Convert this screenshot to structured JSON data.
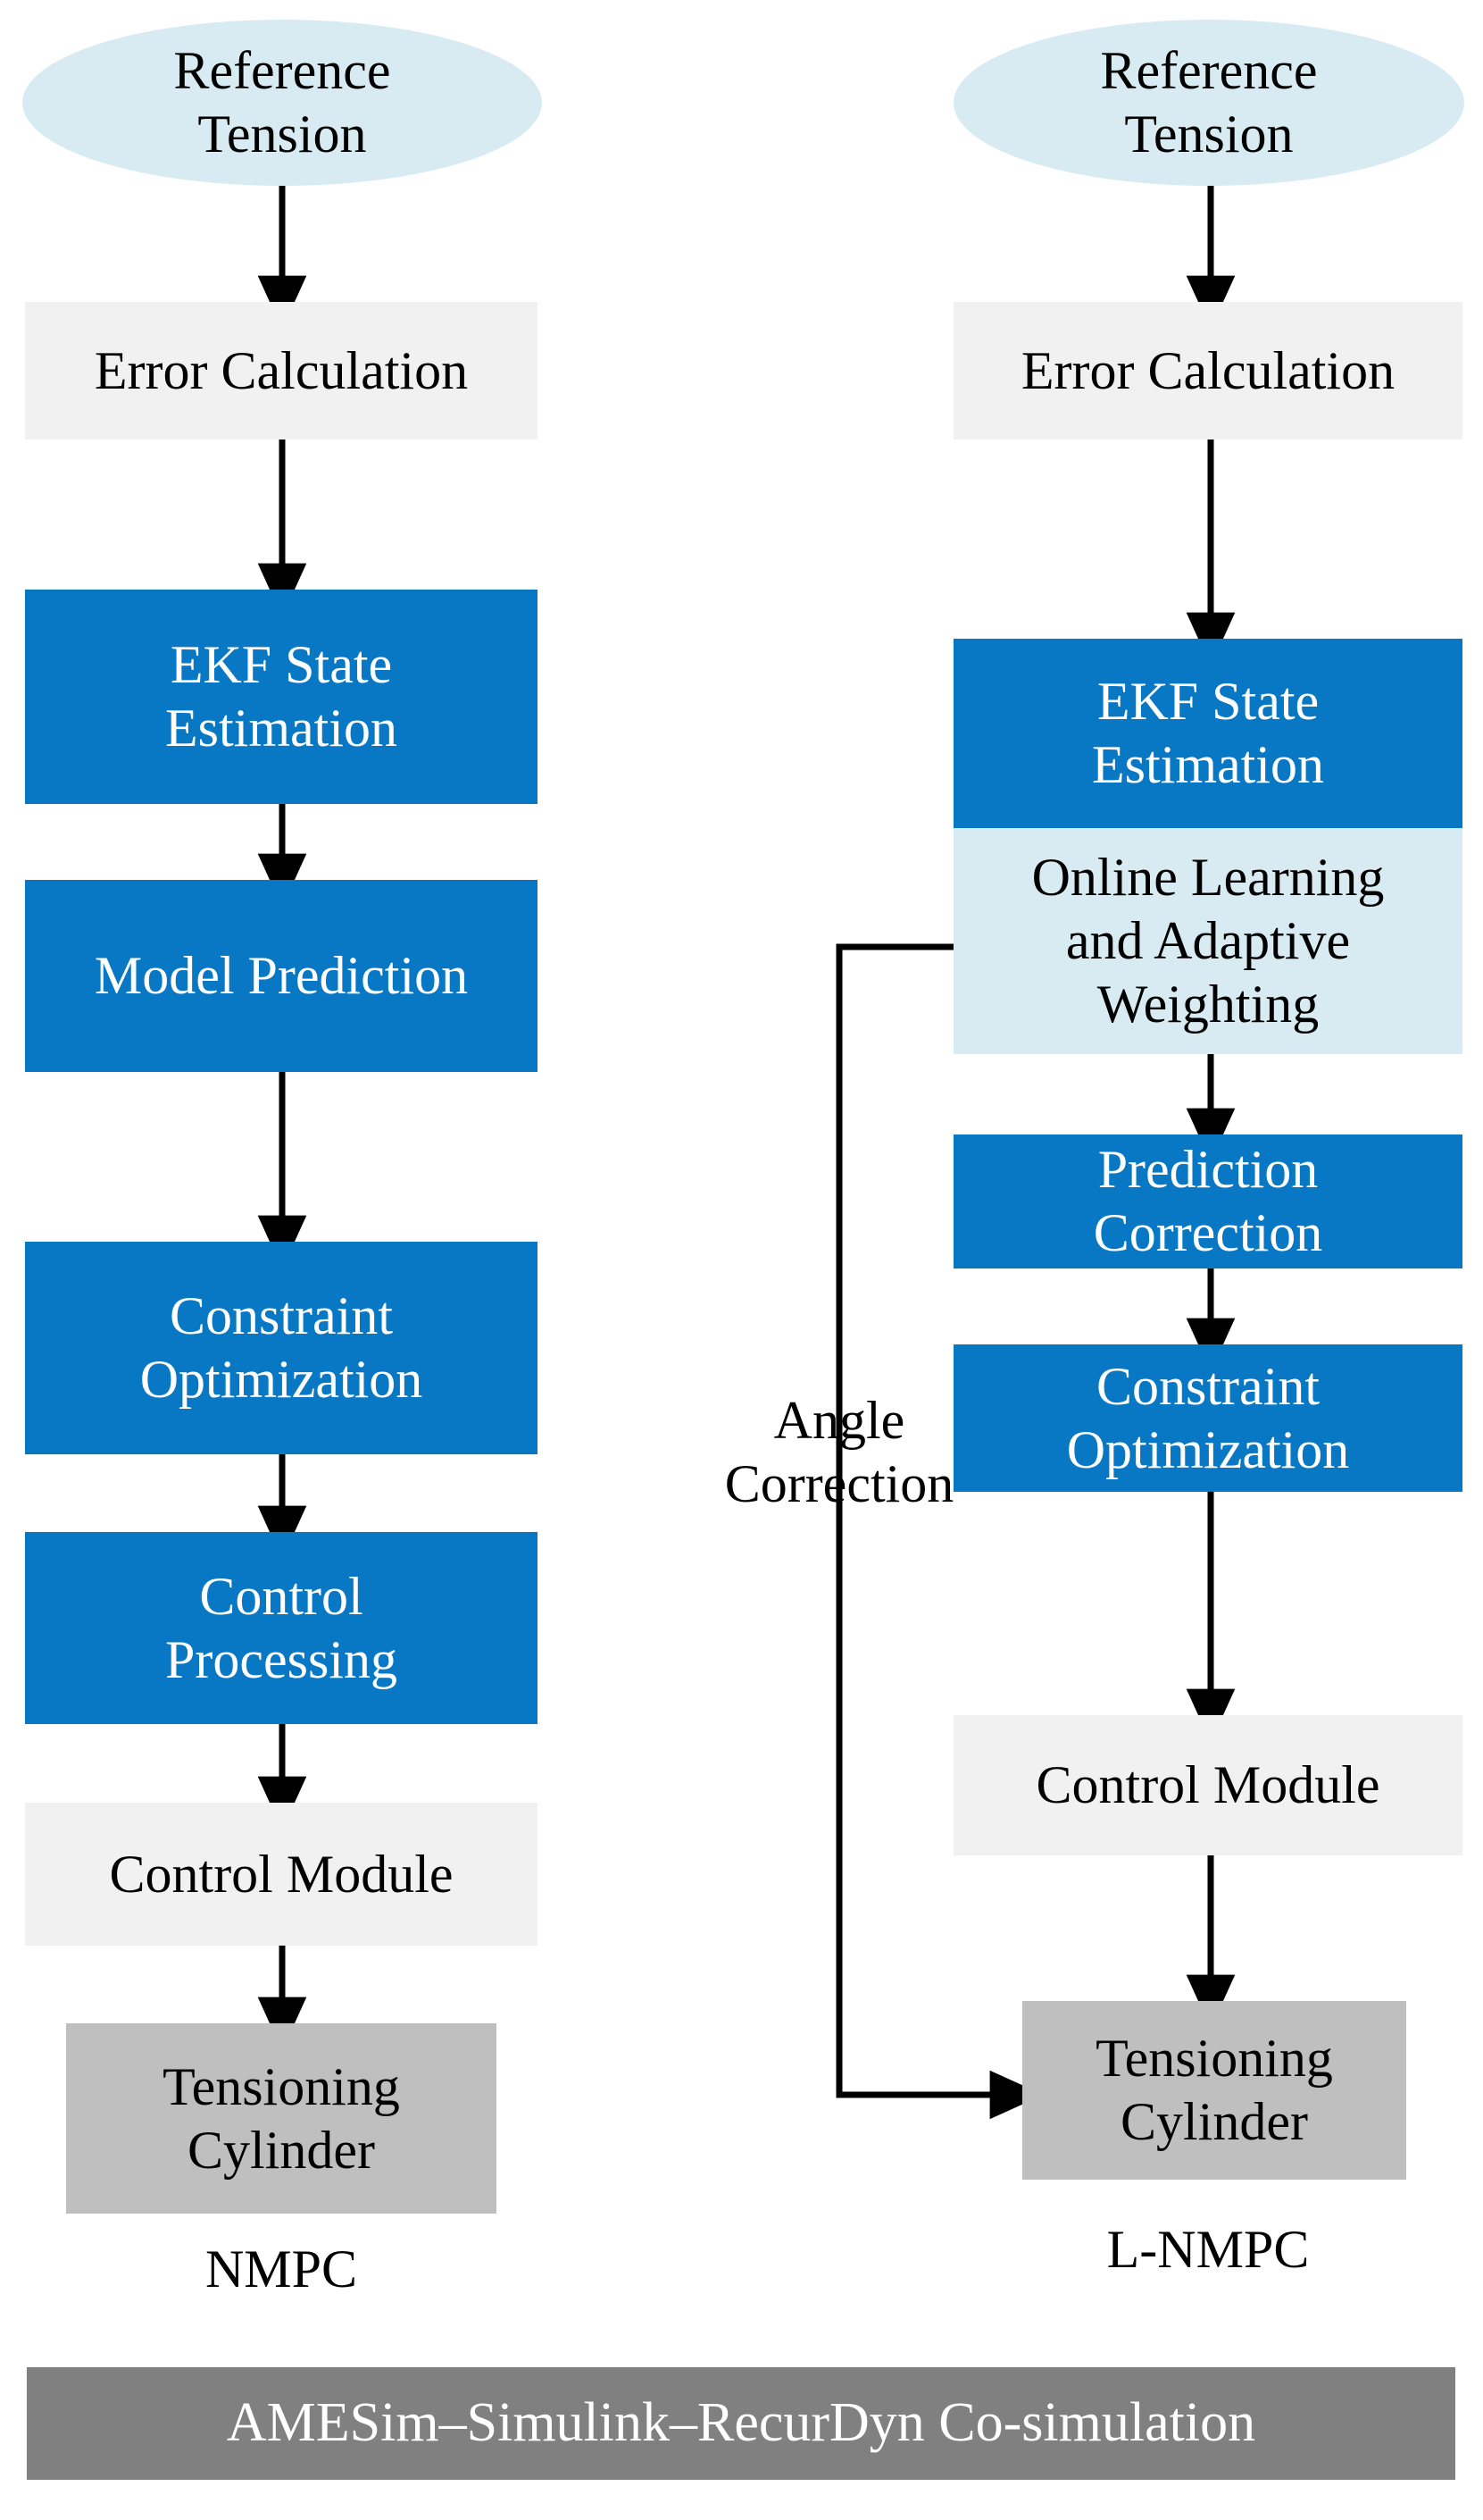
{
  "diagram": {
    "title": "NMPC vs L-NMPC control architecture flowchart",
    "colors": {
      "blue": "#0878c4",
      "pale_blue": "#d9ebf2",
      "light_gray": "#f1f1f1",
      "mid_gray": "#bfbfbf",
      "dark_gray": "#808080",
      "arrow": "#000000",
      "white_text": "#ffffff",
      "black_text": "#000000"
    },
    "left_column": {
      "name": "NMPC",
      "caption": "NMPC",
      "nodes": [
        {
          "id": "l-ref-tension",
          "label": "Reference\nTension",
          "shape": "ellipse",
          "style": "pale-blue"
        },
        {
          "id": "l-error-calc",
          "label": "Error Calculation",
          "shape": "rectangle",
          "style": "light-gray"
        },
        {
          "id": "l-ekf",
          "label": "EKF State\nEstimation",
          "shape": "rectangle",
          "style": "blue"
        },
        {
          "id": "l-model-pred",
          "label": "Model Prediction",
          "shape": "rectangle",
          "style": "blue"
        },
        {
          "id": "l-constraint",
          "label": "Constraint\nOptimization",
          "shape": "rectangle",
          "style": "blue"
        },
        {
          "id": "l-control-proc",
          "label": "Control\nProcessing",
          "shape": "rectangle",
          "style": "blue"
        },
        {
          "id": "l-control-mod",
          "label": "Control Module",
          "shape": "rectangle",
          "style": "light-gray"
        },
        {
          "id": "l-cylinder",
          "label": "Tensioning\nCylinder",
          "shape": "rectangle",
          "style": "mid-gray"
        }
      ]
    },
    "right_column": {
      "name": "L-NMPC",
      "caption": "L-NMPC",
      "nodes": [
        {
          "id": "r-ref-tension",
          "label": "Reference\nTension",
          "shape": "ellipse",
          "style": "pale-blue"
        },
        {
          "id": "r-error-calc",
          "label": "Error Calculation",
          "shape": "rectangle",
          "style": "light-gray"
        },
        {
          "id": "r-ekf",
          "label": "EKF State\nEstimation",
          "shape": "rectangle",
          "style": "blue"
        },
        {
          "id": "r-online-learn",
          "label": "Online Learning\nand Adaptive\nWeighting",
          "shape": "rectangle",
          "style": "pale-blue"
        },
        {
          "id": "r-pred-corr",
          "label": "Prediction\nCorrection",
          "shape": "rectangle",
          "style": "blue"
        },
        {
          "id": "r-constraint",
          "label": "Constraint\nOptimization",
          "shape": "rectangle",
          "style": "blue"
        },
        {
          "id": "r-control-mod",
          "label": "Control Module",
          "shape": "rectangle",
          "style": "light-gray"
        },
        {
          "id": "r-cylinder",
          "label": "Tensioning\nCylinder",
          "shape": "rectangle",
          "style": "mid-gray"
        }
      ]
    },
    "feedback": {
      "label": "Angle\nCorrection",
      "from": "r-online-learn",
      "to": "r-cylinder"
    },
    "footer": {
      "label": "AMESim–Simulink–RecurDyn Co-simulation",
      "style": "dark-gray"
    }
  }
}
